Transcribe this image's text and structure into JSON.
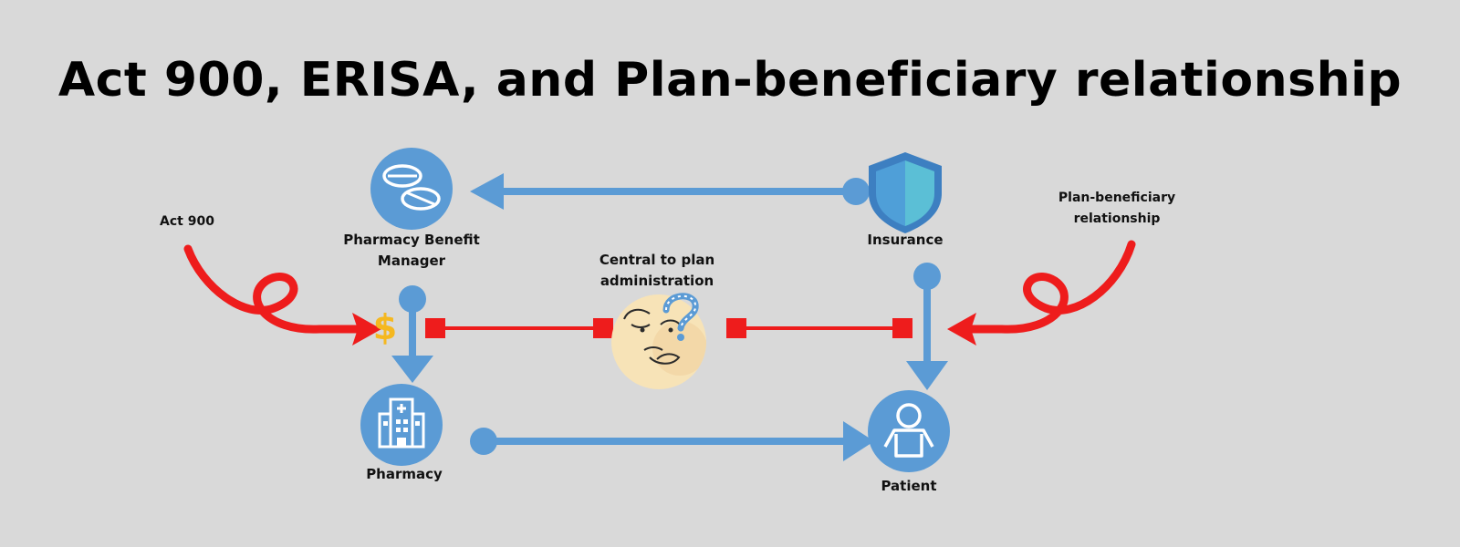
{
  "title": "Act 900, ERISA, and Plan-beneficiary relationship",
  "nodes": {
    "pbm": {
      "label_line1": "Pharmacy Benefit",
      "label_line2": "Manager",
      "icon": "pills-icon"
    },
    "insurance": {
      "label": "Insurance",
      "icon": "shield-icon"
    },
    "pharmacy": {
      "label": "Pharmacy",
      "icon": "hospital-building-icon"
    },
    "patient": {
      "label": "Patient",
      "icon": "person-icon"
    },
    "center": {
      "label_line1": "Central to plan",
      "label_line2": "administration",
      "icon": "thinking-face-icon"
    }
  },
  "annotations": {
    "act900": "Act 900",
    "plan_beneficiary_line1": "Plan-beneficiary",
    "plan_beneficiary_line2": "relationship"
  },
  "symbols": {
    "dollar": "$"
  },
  "colors": {
    "background": "#d9d9d9",
    "node_blue": "#5b9bd5",
    "connector_red": "#ee1c1c",
    "dollar_yellow": "#f5b820",
    "face_fill": "#f7e3b7",
    "shield_light": "#5bbfd6"
  }
}
